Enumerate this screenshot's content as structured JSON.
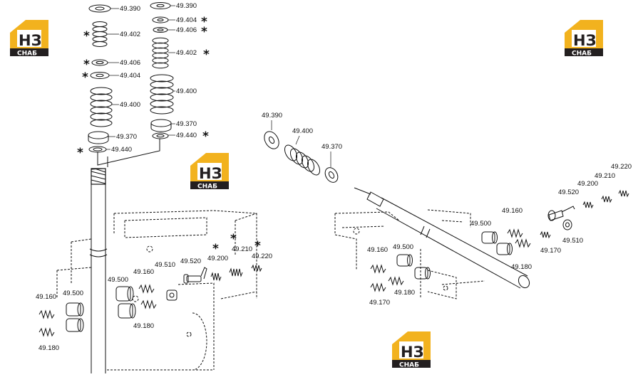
{
  "logo": {
    "letters": "НЗ",
    "sub": "СНАБ",
    "colors": {
      "gold": "#f2b21e",
      "dark": "#231f20",
      "white": "#ffffff"
    }
  },
  "labels": {
    "l1": "49.390",
    "l2": "49.402",
    "l3": "49.406",
    "l4": "49.404",
    "l5": "49.400",
    "l6": "49.370",
    "l7": "49.440",
    "r1": "49.390",
    "r2": "49.404",
    "r3": "49.406",
    "r4": "49.402",
    "r5": "49.400",
    "r6": "49.370",
    "r7": "49.440",
    "a1": "49.500",
    "a2": "49.160",
    "a3": "49.510",
    "a4": "49.520",
    "a5": "49.200",
    "a6": "49.210",
    "a7": "49.220",
    "a8": "49.180",
    "a9": "49.160",
    "a10": "49.500",
    "a11": "49.180",
    "b1": "49.390",
    "b2": "49.400",
    "b3": "49.370",
    "b4": "49.220",
    "b5": "49.210",
    "b6": "49.200",
    "b7": "49.520",
    "b8": "49.160",
    "b9": "49.500",
    "b10": "49.510",
    "b11": "49.170",
    "b12": "49.180",
    "b13": "49.160",
    "b14": "49.500",
    "b15": "49.180",
    "b16": "49.170"
  },
  "marks": {
    "asterisk": "*"
  }
}
